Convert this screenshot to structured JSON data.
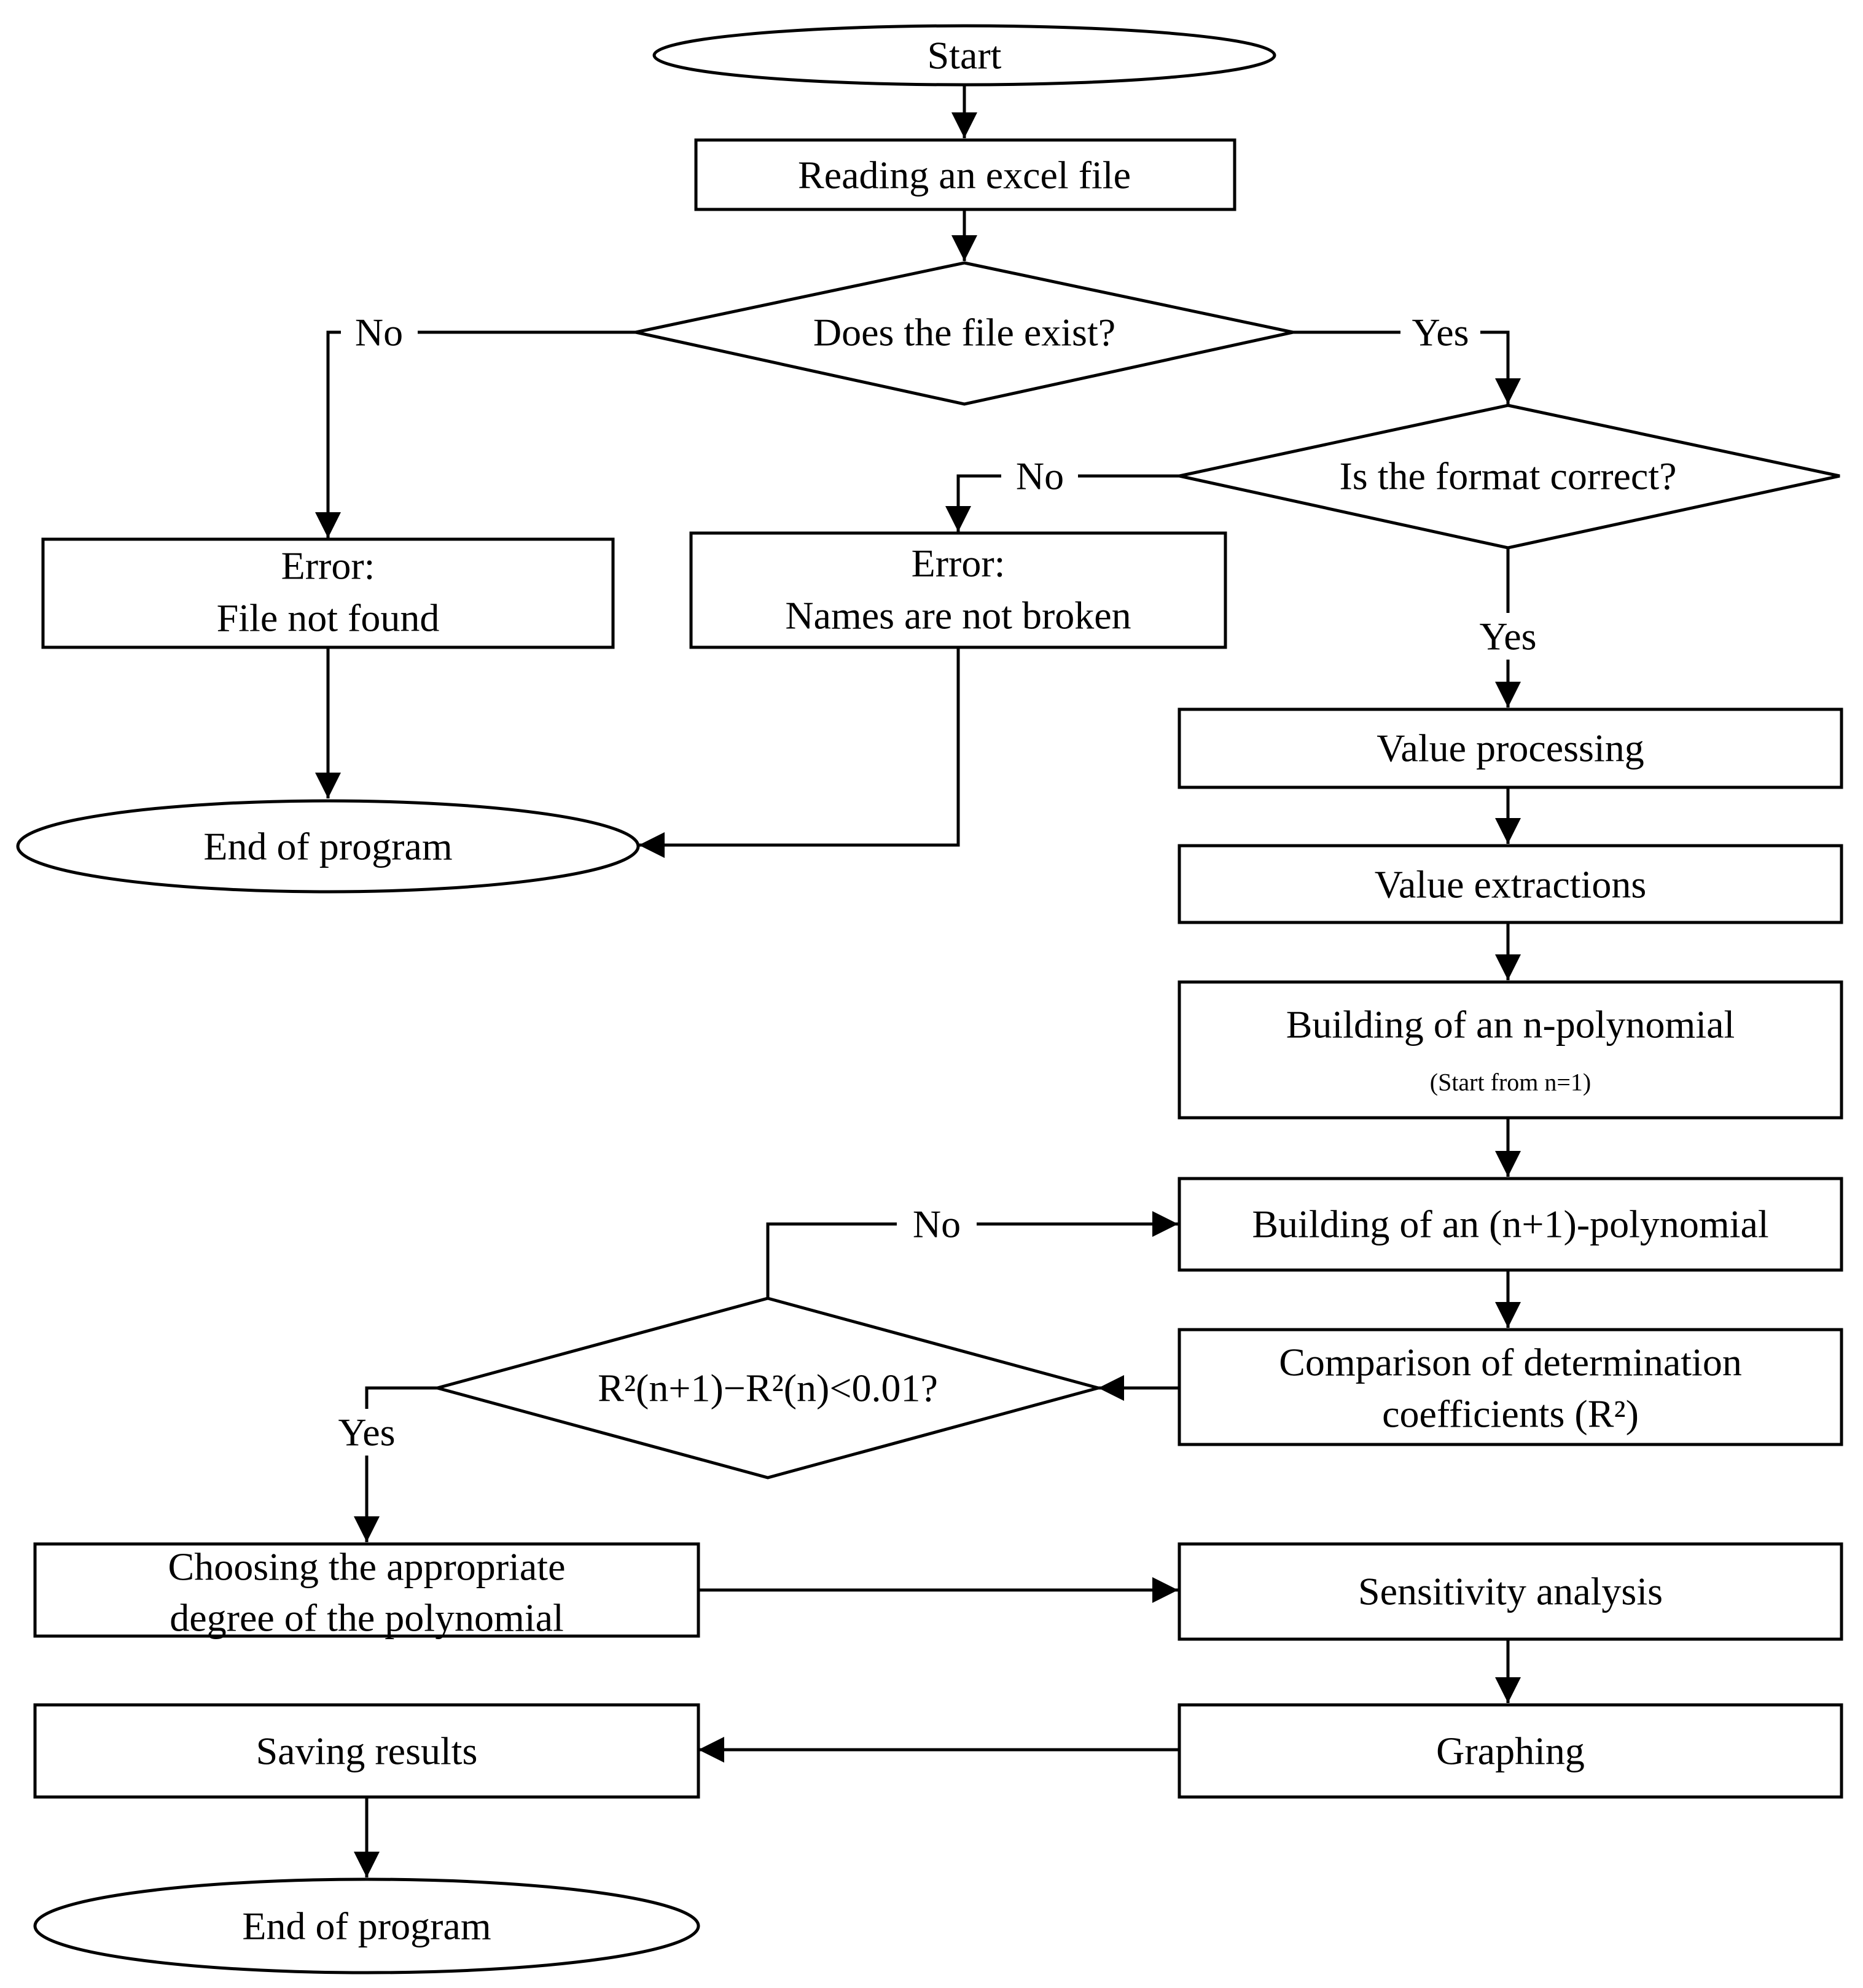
{
  "nodes": {
    "start": "Start",
    "read_excel": "Reading an excel file",
    "file_exist": "Does the file exist?",
    "format_correct": "Is the format correct?",
    "error_file_title": "Error:",
    "error_file_text": "File not found",
    "error_names_title": "Error:",
    "error_names_text": "Names are not broken",
    "end_1": "End of program",
    "value_processing": "Value processing",
    "value_extractions": "Value extractions",
    "build_n": "Building of an n-polynomial",
    "build_n_note": "(Start from n=1)",
    "build_n1": "Building of an (n+1)-polynomial",
    "compare_line1": "Comparison of determination",
    "compare_line2": "coefficients (R²)",
    "r2_check": "R²(n+1)−R²(n)<0.01?",
    "choose_line1": "Choosing the appropriate",
    "choose_line2": "degree of the polynomial",
    "sensitivity": "Sensitivity analysis",
    "graphing": "Graphing",
    "saving": "Saving results",
    "end_2": "End of program"
  },
  "edge_labels": {
    "file_no": "No",
    "file_yes": "Yes",
    "format_no": "No",
    "format_yes": "Yes",
    "r2_no": "No",
    "r2_yes": "Yes"
  }
}
